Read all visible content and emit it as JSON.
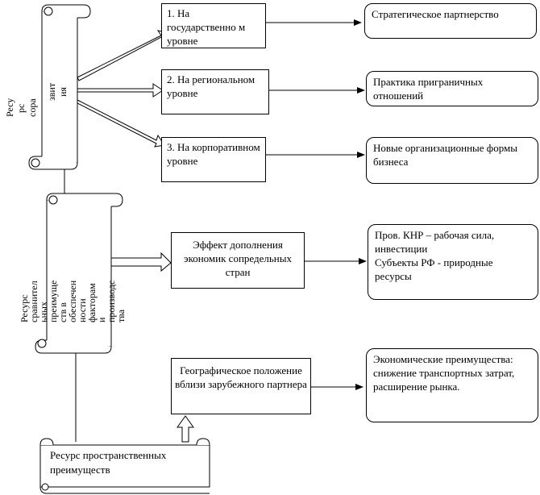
{
  "scroll1": {
    "side_label": [
      "Ресу",
      "рс",
      "сора",
      "звит",
      "ия"
    ]
  },
  "scroll2": {
    "side_label": [
      "Ресурс",
      "сравнител",
      "ьных",
      "преимуще",
      "ств в",
      "обеспечен",
      "ности",
      "факторам",
      "и",
      "производс",
      "тва"
    ]
  },
  "scroll3": {
    "label": "Ресурс пространственных преимуществ"
  },
  "levels": [
    {
      "label": "1. На государственно м уровне"
    },
    {
      "label": "2. На региональном уровне"
    },
    {
      "label": "3. На корпоративном уровне"
    }
  ],
  "level_results": [
    {
      "label": "Стратегическое партнерство"
    },
    {
      "label": "Практика приграничных отношений"
    },
    {
      "label": "Новые организационные формы бизнеса"
    }
  ],
  "effect": {
    "label": "Эффект дополнения экономик сопредельных стран"
  },
  "effect_result": {
    "lines": [
      "Пров. КНР – рабочая сила, инвестиции",
      "Субъекты РФ - природные ресурсы"
    ]
  },
  "geo": {
    "label": "Географическое положение вблизи зарубежного партнера"
  },
  "geo_result": {
    "label": "Экономические преимущества: снижение транспортных затрат, расширение рынка."
  }
}
